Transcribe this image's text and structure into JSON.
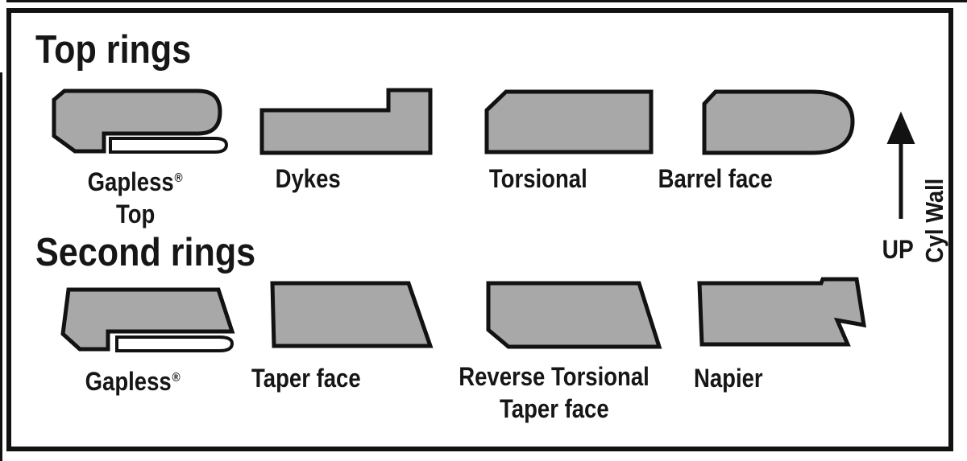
{
  "headings": {
    "top": "Top rings",
    "second": "Second rings"
  },
  "arrow": {
    "up_label": "UP",
    "wall_label": "Cyl Wall"
  },
  "colors": {
    "ring_fill": "#a8a8a8",
    "outline": "#121212",
    "rail_fill": "#ffffff",
    "text": "#161616",
    "background": "#ffffff"
  },
  "rings": {
    "top": [
      {
        "name": "gapless-top",
        "label": "Gapless",
        "reg": "®",
        "label2": "Top"
      },
      {
        "name": "dykes",
        "label": "Dykes"
      },
      {
        "name": "torsional",
        "label": "Torsional"
      },
      {
        "name": "barrel-face",
        "label": "Barrel face"
      }
    ],
    "second": [
      {
        "name": "gapless",
        "label": "Gapless",
        "reg": "®"
      },
      {
        "name": "taper-face",
        "label": "Taper face"
      },
      {
        "name": "reverse-torsional-taper-face",
        "label": "Reverse Torsional",
        "label2": "Taper face"
      },
      {
        "name": "napier",
        "label": "Napier"
      }
    ]
  }
}
